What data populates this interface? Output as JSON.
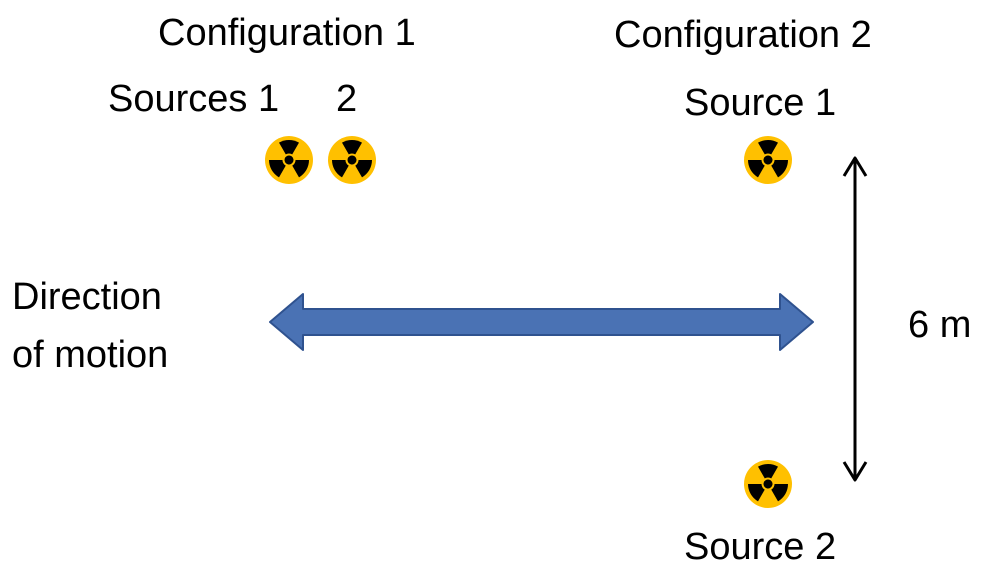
{
  "config1": {
    "title": "Configuration 1",
    "sources_label": "Sources 1",
    "source_two_label": "2"
  },
  "config2": {
    "title": "Configuration 2",
    "source1_label": "Source 1",
    "source2_label": "Source 2"
  },
  "motion": {
    "label_line1": "Direction",
    "label_line2": "of motion",
    "arrow_color": "#4a72b4",
    "arrow_outline": "#2f528f"
  },
  "distance": {
    "label": "6 m"
  },
  "icons": {
    "source": "radiation-icon",
    "radiation_fill": "#ffc000",
    "radiation_symbol": "#000000"
  }
}
